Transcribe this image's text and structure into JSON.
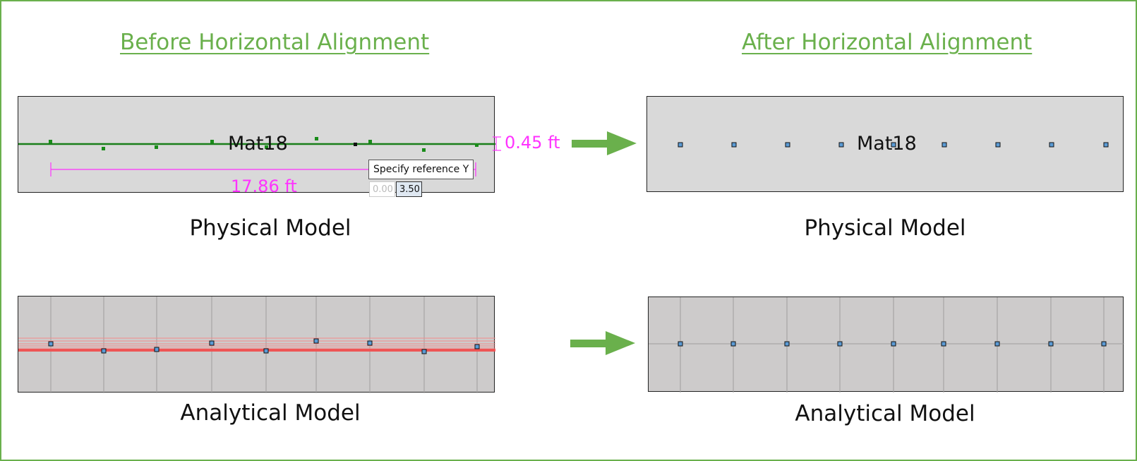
{
  "before": {
    "heading": "Before Horizontal Alignment",
    "physical": {
      "caption": "Physical Model",
      "material_label": "Mat18",
      "offset_dimension": "0.45 ft",
      "span_dimension": "17.86 ft",
      "tooltip": "Specify reference Y",
      "input_values": [
        "0.00",
        "3.50"
      ]
    },
    "analytical": {
      "caption": "Analytical Model"
    }
  },
  "after": {
    "heading": "After Horizontal Alignment",
    "physical": {
      "caption": "Physical Model",
      "material_label": "Mat18"
    },
    "analytical": {
      "caption": "Analytical Model"
    }
  },
  "colors": {
    "accent_green": "#6ab04c",
    "beam_line": "#1a7f1a",
    "dimension_magenta": "#ff33ff",
    "analytical_red": "#ee5555",
    "node_fill": "#5b9bd5"
  }
}
